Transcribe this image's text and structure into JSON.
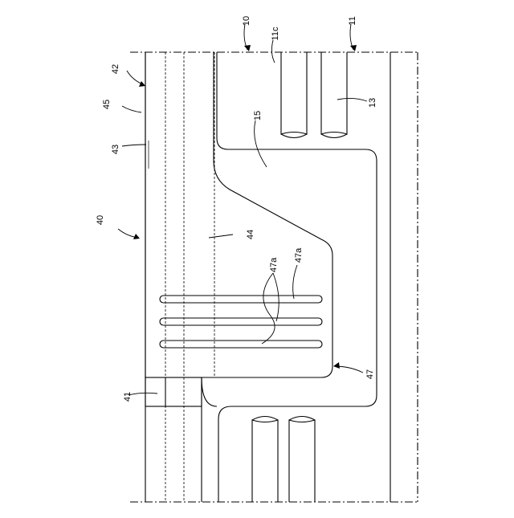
{
  "figure": {
    "labels": {
      "l10": "10",
      "l11c": "11c",
      "l11": "11",
      "l13": "13",
      "l15": "15",
      "l42": "42",
      "l45": "45",
      "l43": "43",
      "l40": "40",
      "l44": "44",
      "l47a_1": "47a",
      "l47a_2": "47a",
      "l41": "41",
      "l47": "47"
    }
  }
}
